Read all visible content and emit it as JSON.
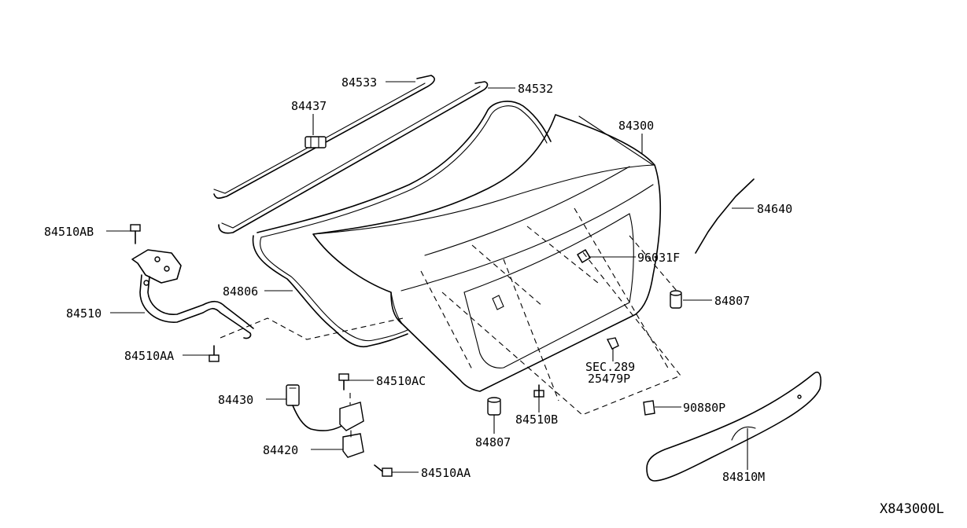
{
  "drawing_code": "X843000L",
  "callouts": {
    "p84533": "84533",
    "p84532": "84532",
    "p84437": "84437",
    "p84300": "84300",
    "p84640": "84640",
    "p84510AB": "84510AB",
    "p96031F": "96031F",
    "p84806": "84806",
    "p84807_right": "84807",
    "p84510": "84510",
    "p84510AA_top": "84510AA",
    "p84430": "84430",
    "p84510AC": "84510AC",
    "sec289": "SEC.289",
    "p25479P": "25479P",
    "p84510B": "84510B",
    "p90880P": "90880P",
    "p84420": "84420",
    "p84807_bottom": "84807",
    "p84510AA_bottom": "84510AA",
    "p84810M": "84810M"
  }
}
